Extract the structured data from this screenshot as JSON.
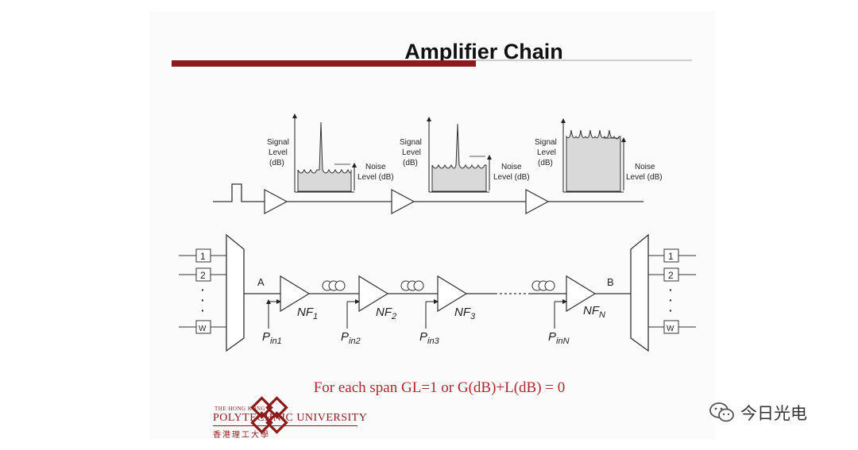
{
  "slide": {
    "title": "Amplifier Chain",
    "caption": "For each span GL=1 or G(dB)+L(dB) = 0"
  },
  "spectra": [
    {
      "signal_label": [
        "Signal",
        "Level",
        "(dB)"
      ],
      "noise_label": [
        "Noise",
        "Level (dB)"
      ]
    },
    {
      "signal_label": [
        "Signal",
        "Level",
        "(dB)"
      ],
      "noise_label": [
        "Noise",
        "Level (dB)"
      ]
    },
    {
      "signal_label": [
        "Signal",
        "Level",
        "(dB)"
      ],
      "noise_label": [
        "Noise",
        "Level (dB)"
      ]
    }
  ],
  "chain": {
    "node_a": "A",
    "node_b": "B",
    "mux_ports": [
      "1",
      "2",
      "W"
    ],
    "dots": "·",
    "amplifiers": [
      {
        "nf_base": "NF",
        "nf_sub": "1",
        "pin_base": "P",
        "pin_sub": "in1"
      },
      {
        "nf_base": "NF",
        "nf_sub": "2",
        "pin_base": "P",
        "pin_sub": "in2"
      },
      {
        "nf_base": "NF",
        "nf_sub": "3",
        "pin_base": "P",
        "pin_sub": "in3"
      },
      {
        "nf_base": "NF",
        "nf_sub": "N",
        "pin_base": "P",
        "pin_sub": "inN"
      }
    ]
  },
  "university": {
    "small_caption": "THE HONG KONG",
    "name": "POLYTECHNIC UNIVERSITY",
    "chinese": "香港理工大學"
  },
  "watermark": {
    "text": "今日光电",
    "icon": "wechat-icon"
  },
  "colors": {
    "accent_red": "#8c1a1a",
    "caption_red": "#b3262e",
    "spectrum_fill": "#d9d9d9"
  }
}
